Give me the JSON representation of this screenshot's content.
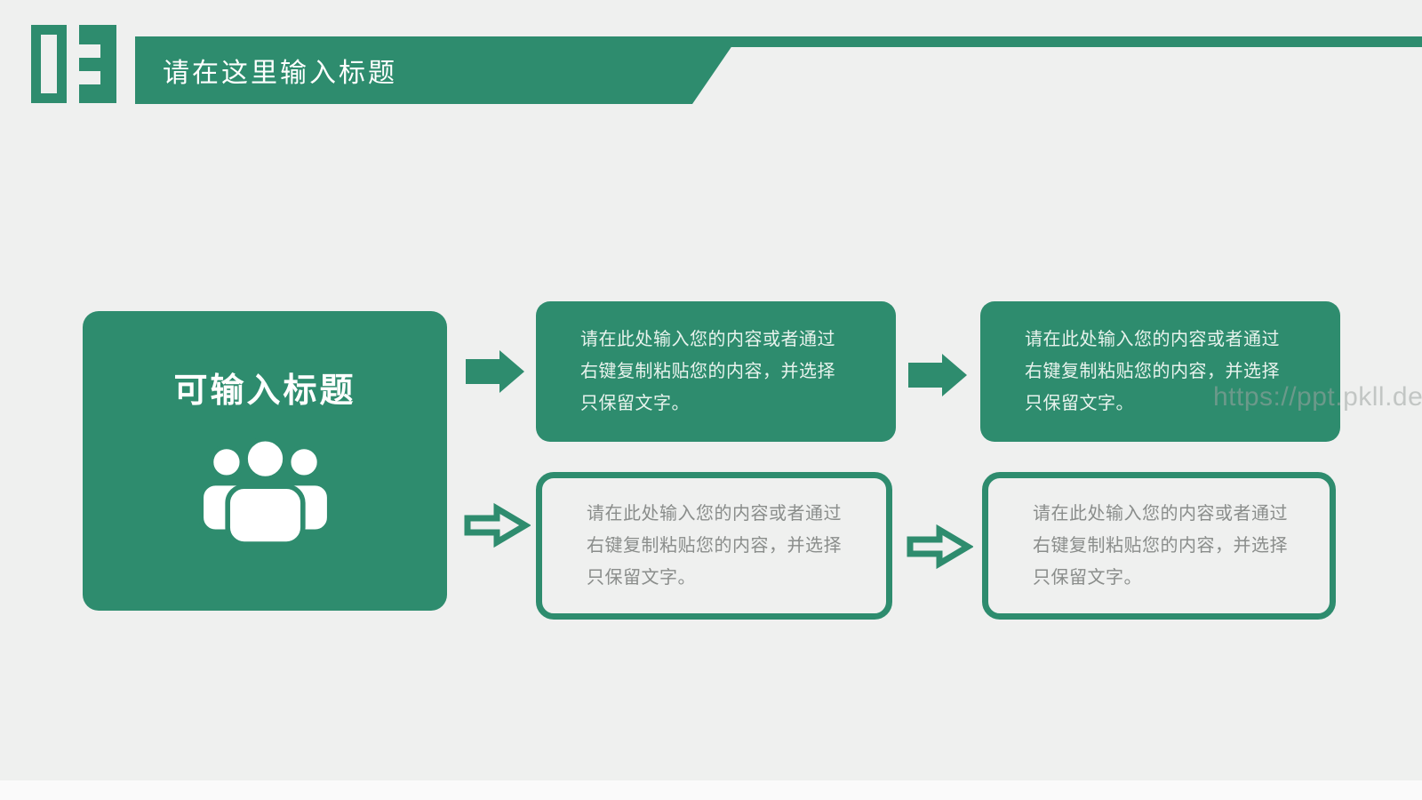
{
  "appearance": {
    "accent_green": "#2E8C6E",
    "background": "#EFF0EF",
    "solid_box_text_color": "#E8F3ED",
    "outline_box_text_color": "#8A8D8B",
    "watermark_color": "#9EA4A1"
  },
  "header": {
    "section_number": "03",
    "title": "请在这里输入标题"
  },
  "feature": {
    "title": "可输入标题",
    "icon": "people-group-icon"
  },
  "icons": {
    "feature_icon": "people-group-icon",
    "top_row_arrow": "arrow-right-solid-icon",
    "bottom_row_arrow": "arrow-right-outline-icon"
  },
  "boxes": [
    {
      "id": "top-middle",
      "variant": "solid-green",
      "lines": [
        "请在此处输入您的内容或者通过",
        "右键复制粘贴您的内容，并选择",
        "只保留文字。"
      ],
      "full_text": "请在此处输入您的内容或者通过右键复制粘贴您的内容，并选择只保留文字。"
    },
    {
      "id": "top-right",
      "variant": "solid-green",
      "lines": [
        "请在此处输入您的内容或者通过",
        "右键复制粘贴您的内容，并选择",
        "只保留文字。"
      ],
      "full_text": "请在此处输入您的内容或者通过右键复制粘贴您的内容，并选择只保留文字。"
    },
    {
      "id": "bottom-middle",
      "variant": "outlined",
      "lines": [
        "请在此处输入您的内容或者通过",
        "右键复制粘贴您的内容，并选择",
        "只保留文字。"
      ],
      "full_text": "请在此处输入您的内容或者通过右键复制粘贴您的内容，并选择只保留文字。"
    },
    {
      "id": "bottom-right",
      "variant": "outlined",
      "lines": [
        "请在此处输入您的内容或者通过",
        "右键复制粘贴您的内容，并选择",
        "只保留文字。"
      ],
      "full_text": "请在此处输入您的内容或者通过右键复制粘贴您的内容，并选择只保留文字。"
    }
  ],
  "watermark": {
    "text": "https://ppt.pkll.de"
  }
}
